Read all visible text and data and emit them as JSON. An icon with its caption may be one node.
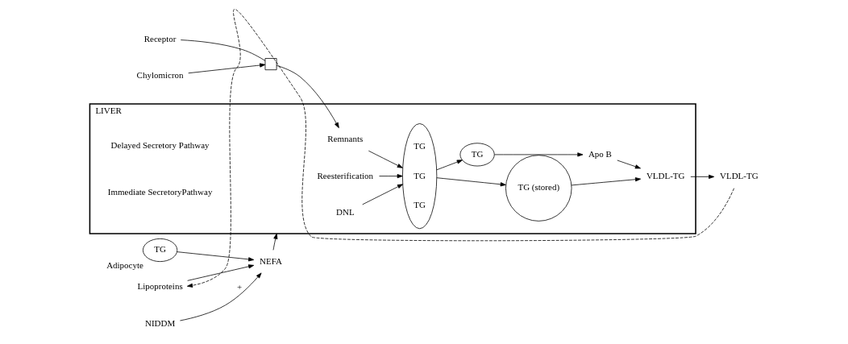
{
  "diagram": {
    "nodes": [
      {
        "text": [
          "LIVER"
        ]
      },
      {
        "text": [
          "Chylomicron"
        ]
      },
      {
        "text": [],
        "shape": "box"
      },
      {
        "text": [
          "Receptor"
        ]
      },
      {
        "text": [
          "TG"
        ],
        "beside": [
          "Adipocyte"
        ]
      },
      {
        "text": [
          "NEFA"
        ]
      },
      {
        "text": [
          "NIDDM"
        ]
      },
      {
        "text": [
          "Lipoproteins"
        ]
      },
      {
        "text": [
          "Remnants"
        ],
        "in": 0
      },
      {
        "text": [
          "Reesterification"
        ],
        "in": 0
      },
      {
        "text": [
          "DNL"
        ],
        "in": 0
      },
      {
        "text": [
          "TG",
          "TG",
          "TG"
        ],
        "in": 0
      },
      {
        "text": [
          "TG (stored)"
        ],
        "in": 0
      },
      {
        "text": [
          "TG"
        ],
        "in": 0
      },
      {
        "text": [
          "Apo B"
        ],
        "in": 0
      },
      {
        "text": [
          "VLDL-TG"
        ],
        "in": 0
      },
      {
        "text": [
          "VLDL-TG"
        ]
      }
    ],
    "edges": [
      {
        "from": 1,
        "to": 2,
        "arrow": "to"
      },
      {
        "from": 3,
        "to": 2,
        "arrow": "none"
      },
      {
        "from": 2,
        "to": 8,
        "arrow": "to"
      },
      {
        "from": 4,
        "to": 5,
        "arrow": "to"
      },
      {
        "from": 6,
        "to": 5,
        "arrow": "to",
        "label": "+"
      },
      {
        "from": 7,
        "to": 5,
        "arrow": "to"
      },
      {
        "from": 5,
        "to": 0,
        "arrow": "to"
      },
      {
        "from": 8,
        "to": 11,
        "arrow": "to"
      },
      {
        "from": 9,
        "to": 11,
        "arrow": "to"
      },
      {
        "from": 10,
        "to": 11,
        "arrow": "to"
      },
      {
        "from": 11,
        "to": 12,
        "arrow": "to"
      },
      {
        "from": 11,
        "to": 13,
        "arrow": "to"
      },
      {
        "from": 13,
        "to": 14,
        "arrow": "to"
      },
      {
        "from": 14,
        "to": 15,
        "arrow": "to"
      },
      {
        "from": 12,
        "to": 15,
        "arrow": "to"
      },
      {
        "from": 15,
        "to": 16,
        "arrow": "to"
      },
      {
        "from": 16,
        "to": 7,
        "arrow": "to",
        "style": "dashed"
      }
    ],
    "labels": [
      "Delayed Secretory Pathway",
      "Immediate SecretoryPathway"
    ]
  }
}
